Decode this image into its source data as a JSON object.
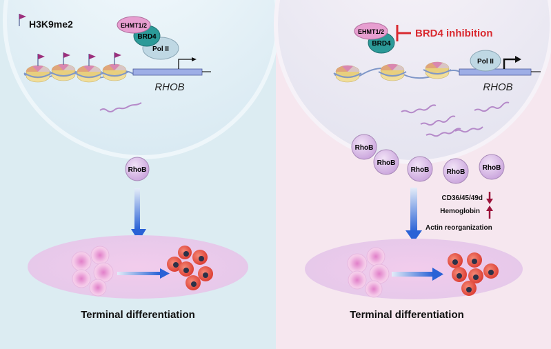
{
  "legend": {
    "label": "H3K9me2",
    "icon": "flag-icon"
  },
  "left": {
    "ehmt": "EHMT1/2",
    "brd4": "BRD4",
    "pol2": "Pol II",
    "gene": "RHOB",
    "rhob": "RhoB",
    "outcome": "Terminal differentiation"
  },
  "right": {
    "ehmt": "EHMT1/2",
    "brd4": "BRD4",
    "inhibition": "BRD4 inhibition",
    "pol2": "Pol II",
    "gene": "RHOB",
    "rhob": [
      "RhoB",
      "RhoB",
      "RhoB",
      "RhoB",
      "RhoB"
    ],
    "effects": [
      {
        "label": "CD36/45/49d",
        "direction": "down"
      },
      {
        "label": "Hemoglobin",
        "direction": "up"
      },
      {
        "label": "Actin reorganization",
        "direction": "none"
      }
    ],
    "outcome": "Terminal differentiation"
  },
  "colors": {
    "left_bg": "#dcecf2",
    "right_bg": "#f6e7ef",
    "inhibition": "#d9292f",
    "arrow": "#2a62d6",
    "effect_arrow": "#9b1239"
  }
}
